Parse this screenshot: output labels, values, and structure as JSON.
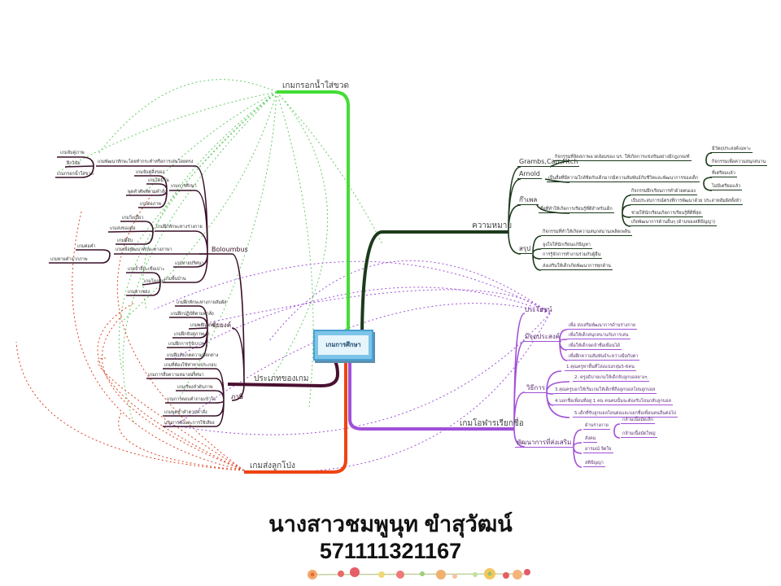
{
  "center": "เกมการศึกษา",
  "branches": {
    "water": "เกมกรอกน้ำใส่ขวด",
    "meaning": "ความหมาย",
    "naming": "เกมโอฬารเรียกชื่อ",
    "types": "ประเภทของเกม",
    "balloon": "เกมส่งลูกโป่ง"
  },
  "meaning": {
    "a1": "Grambs,Carr,Fitch",
    "a1_def": "กิจกรรมที่จัดสภาพแวดล้อมของ นร. ให้เกิดการแข่งขันอย่างมีกฎเกณฑ์",
    "a1_c": [
      "มีวัตถุประสงค์เฉพาะ",
      "กิจกรรมเพื่อความสนุกสนาน"
    ],
    "a2": "Arnold",
    "a2_def": "เป็นสื่อที่มีความใกล้ชิดกับเด็กมากมีความสัมพันธ์กับชีวิตและพัฒนาการของเด็ก",
    "a2_c": [
      "ที่เตรียมแล้ว",
      "ไม่มีเตรียมแล้ว"
    ],
    "a3": "ก๊าเพล",
    "a3_def": "สื่อที่ทำให้เกิดการเรียนรู้ที่ดีสำหรับเด็ก",
    "a3_c": [
      "กิจกรรมฝึกเรียนการทำด้วยตนเอง",
      "เป็นประสบการณ์ตรงที่การพัฒนาด้วย ประสาทสัมผัสทั้งห้า",
      "ช่วยให้นักเรียนเกิดการเรียนรู้ที่ดีที่สุด",
      "เกิดพัฒนาการด้านอื่นๆ (ด้านของสติปัญญา)"
    ],
    "a4": "สรุป",
    "a4_c": [
      "กิจกรรมที่ทำให้เกิดความสนุกสนานเพลิดเพลิน",
      "จูงใจให้นักเรียนแก้ปัญหา",
      "การรู้จักการทำงานร่วมกับผู้อื่น",
      "ส่งเสริมให้เด็กเกิดพัฒนาการทุกด้าน"
    ]
  },
  "naming": {
    "benefit": "ประโยชน์",
    "purpose": "มีจุดประสงค์",
    "purpose_c": [
      "เพื่อ ส่งเสริมพัฒนาการด้านร่างกาย",
      "เพื่อให้เด็กสนุกสนานกับการเล่น",
      "เพื่อให้เด็กจดจำชื่อเพื่อนได้",
      "เพื่อฝึกความสัมพันธ์ระหว่างมือกับตา"
    ],
    "method": "วิธีการ",
    "method_c": [
      "1.คุณครูหาพื้นที่โล่งแบ่งกลุ่ม5-6คน",
      "2. ครูอธิบายเกมให้เด็กจับลูกบอลยางๆ",
      "3.คุณครูบอกให้เริ่มเกมให้เด็กที่ถือลูกบอลโยนลูกบอล",
      "4.บอกชื่อเพื่อนที่อยู่ 1 คน คนคนนั้นจะต้องรับโยนกลับลูกบอล",
      "5.เด็กที่รับลูกบอลโยนต่อและบอกชื่อเพื่อนคนอื่นต่อไป"
    ],
    "dev": "พัฒนาการที่ส่งเสริม",
    "dev_body": "ด้านร่างกาย",
    "dev_body_c": [
      "กล้ามเนื้อมัดเล็ก",
      "กล้ามเนื้อมัดใหญ่"
    ],
    "dev_c": [
      "สังคม",
      "อารมณ์ จิตใจ",
      "สติปัญญา"
    ]
  },
  "types": {
    "bol": "Boloumbus",
    "b1": "เกมพัฒนาทักษะโดยทำกระทำหรือการเล่นโดยตรง",
    "b1_c": [
      "เกมจับคู่ภาพ",
      "ฝึกวินัย",
      "เกมกรอกน้ำใส่ขวด"
    ],
    "b2": "เกมการศึกษา",
    "b2_c": [
      "เกมจับคู่สิ่งของ",
      "เกมโดมิโน",
      "พูดคำศัพท์ตามคำสั่ง",
      "เกมต่อภาพ"
    ],
    "b3": "เกมฝึกทักษะทางร่างกาย",
    "b3_c": [
      "เกมวิ่งเปี้ยว",
      "เกมส่งของต่อ",
      "เกมตี่จับ"
    ],
    "b4": "เกมเพื่อพัฒนาทักษะทางภาษา",
    "b4_c": [
      "เกมต่อคำ",
      "เกมทายคำจากภาพ"
    ],
    "b5": "เกมทายปริศนา",
    "b6": "เกมพื้นบ้าน",
    "b6_c": [
      "เกมจ้ำจี้มะเขือเปาะ",
      "เกมโยงเยก",
      "เกมตาเขย่ง"
    ],
    "c": "ชัยยงค์",
    "c_c": [
      "เกมฝึกทักษะทางกายสัมผัส",
      "เกมฝึกปฏิบัติตามคำสั่ง",
      "เกมพยัญชนะ",
      "เกมฝึกจับคู่ภาพเงา",
      "เกมฝึกการรู้จักภาพ",
      "เกมฝึกสังเกตความแตกต่าง"
    ],
    "d": "ภาษี",
    "d_c": [
      "เกมที่ต้องใช้ท่าทางประกอบ",
      "เกมการสื่อความหมายปริศนา",
      "เกมเรียงลำดับภาพ",
      "เกมการตอบคำถามเข้าใจ",
      "เกมพูดซ้ำคำตามคำสั่ง",
      "เกมการฟังและการใช้เสียง"
    ]
  },
  "author": "นางสาวชมพูนุท ขำสุวัฒน์",
  "student_id": "571111321167",
  "colors": {
    "water": "#44dd33",
    "meaning": "#1c3a1c",
    "naming": "#a050d8",
    "types": "#4a1030",
    "balloon": "#ee4411",
    "center": "#7cc4e8"
  }
}
